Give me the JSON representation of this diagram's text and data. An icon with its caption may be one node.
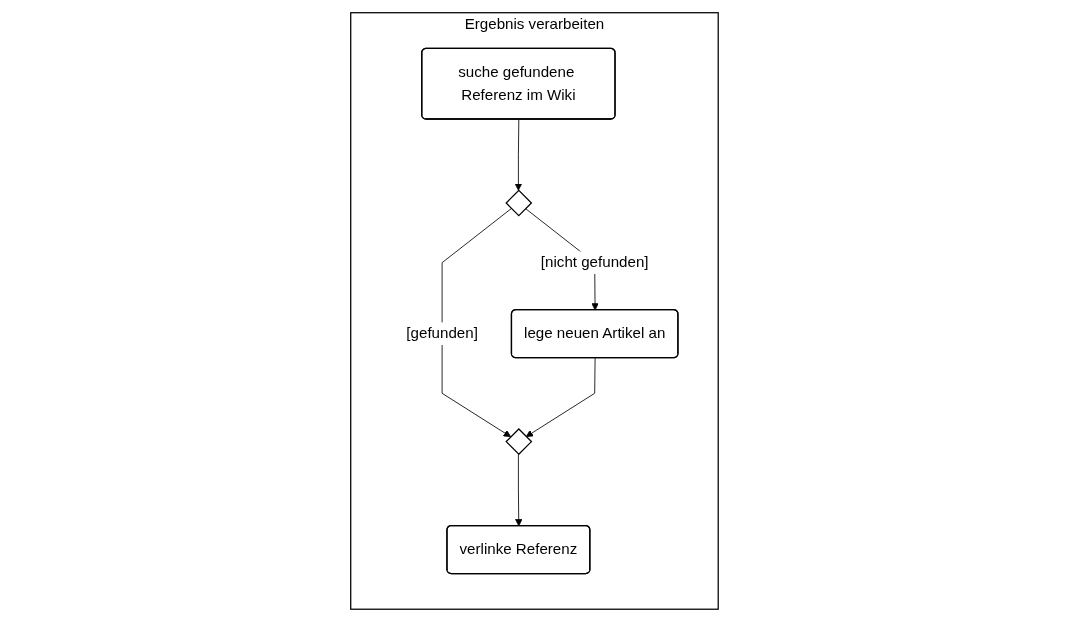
{
  "diagram": {
    "nodes": [
      {
        "text": [
          "Ergebnis verarbeiten"
        ]
      },
      {
        "text": [
          "suche gefundene Referenz im Wiki"
        ],
        "in": 0
      },
      {
        "text": [],
        "shape": "diamond",
        "in": 0
      },
      {
        "text": [
          "lege neuen Artikel an"
        ],
        "in": 0
      },
      {
        "text": [],
        "shape": "diamond",
        "in": 0
      },
      {
        "text": [
          "verlinke Referenz"
        ],
        "in": 0
      }
    ],
    "edges": [
      {
        "from": 1,
        "to": 2,
        "arrow": "to"
      },
      {
        "from": 2,
        "to": 3,
        "arrow": "to",
        "label": "[nicht gefunden]"
      },
      {
        "from": 2,
        "to": 4,
        "arrow": "to",
        "label": "[gefunden]"
      },
      {
        "from": 3,
        "to": 4,
        "arrow": "to"
      },
      {
        "from": 4,
        "to": 5,
        "arrow": "to"
      }
    ]
  }
}
